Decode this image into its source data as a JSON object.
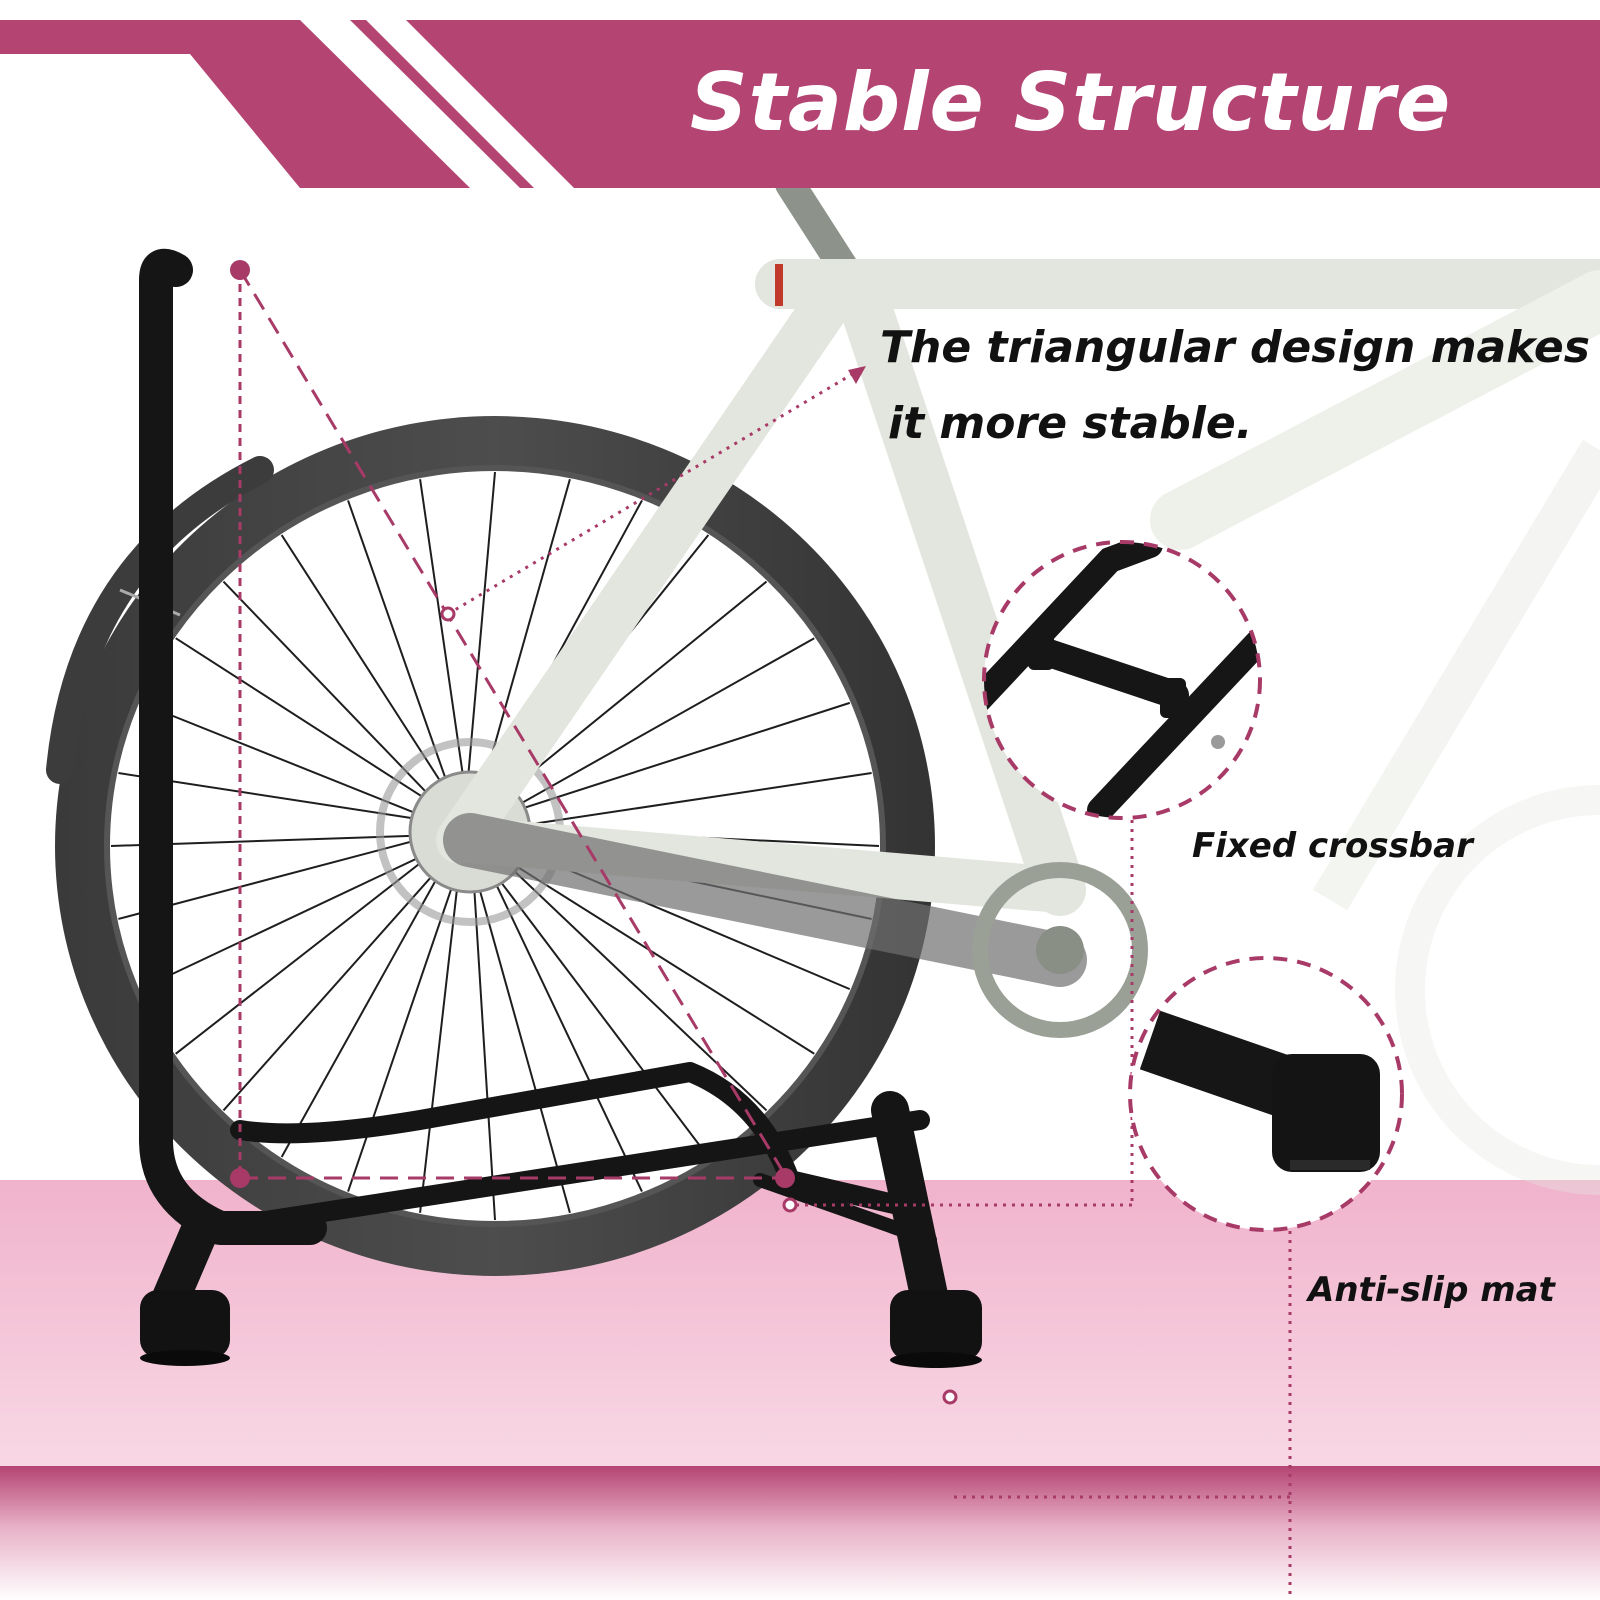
{
  "banner": {
    "title": "Stable Structure"
  },
  "callouts": {
    "triangle_line1": "The triangular design makes",
    "triangle_line2": "it more stable.",
    "crossbar": "Fixed crossbar",
    "mat": "Anti-slip mat"
  },
  "colors": {
    "accent": "#b44472",
    "floor": "#f3c3d6",
    "frame": "#e3e6de",
    "stand": "#151515"
  }
}
